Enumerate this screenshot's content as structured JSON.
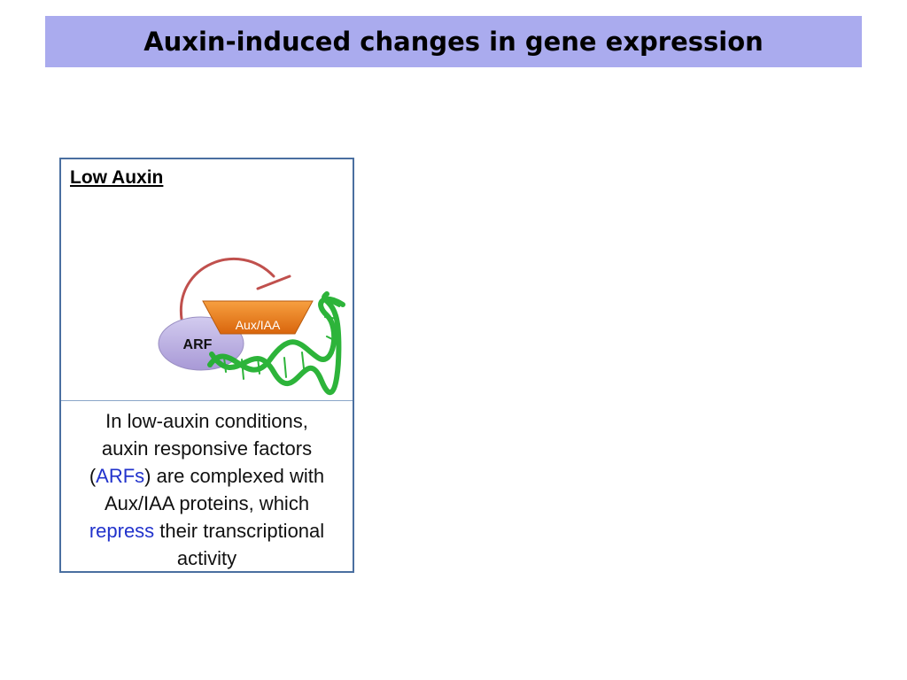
{
  "title": "Auxin-induced changes in gene expression",
  "panel": {
    "heading": "Low Auxin",
    "labels": {
      "arf": "ARF",
      "aux_iaa": "Aux/IAA"
    },
    "caption": {
      "line1": "In low-auxin conditions,",
      "line2": "auxin responsive factors",
      "line3_open": "(",
      "line3_highlight": "ARFs",
      "line3_rest": ") are complexed with",
      "line4": "Aux/IAA proteins, which",
      "line5_highlight": "repress",
      "line5_rest": " their transcriptional",
      "line6": "activity"
    }
  },
  "colors": {
    "title_bg": "#aaabee",
    "panel_border": "#4a6fa0",
    "arf_fill": "#b9aee0",
    "aux_fill": "#e87b1a",
    "dna": "#22b030",
    "repression_arrow": "#c0504d",
    "highlight": "#2233cc"
  }
}
